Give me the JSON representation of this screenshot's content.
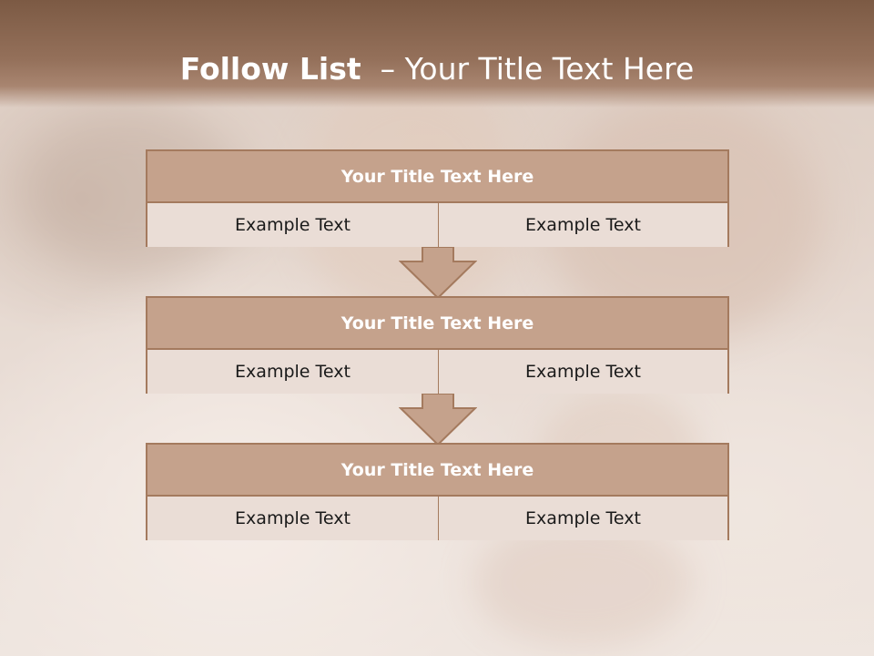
{
  "slide": {
    "title_bold": "Follow List",
    "title_rest": "  – Your Title Text Here"
  },
  "colors": {
    "header": "#7c5a44",
    "box_title_fill": "#c5a28c",
    "box_border": "#a47a5e",
    "cell_fill": "#eaddd6"
  },
  "steps": [
    {
      "title": "Your Title Text Here",
      "left": "Example Text",
      "right": "Example Text"
    },
    {
      "title": "Your Title Text Here",
      "left": "Example Text",
      "right": "Example Text"
    },
    {
      "title": "Your Title Text Here",
      "left": "Example Text",
      "right": "Example Text"
    }
  ],
  "connectors": [
    "down-arrow-icon",
    "down-arrow-icon"
  ]
}
